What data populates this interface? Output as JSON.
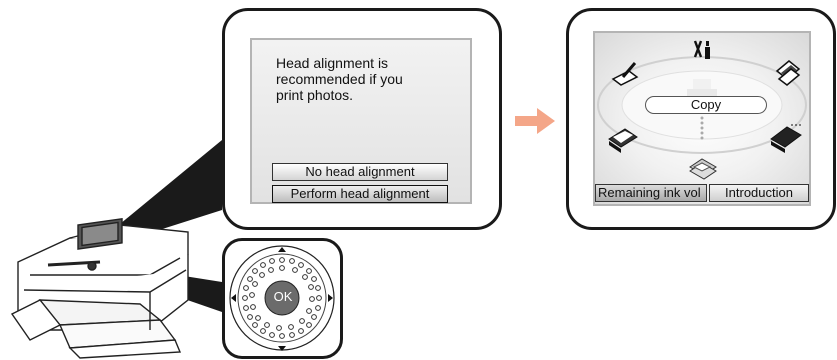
{
  "left_screen": {
    "message": "Head alignment is recommended if you print photos.",
    "message_lines": [
      "Head alignment is",
      "recommended if you",
      "print photos."
    ],
    "option_1": "No head alignment",
    "option_2": "Perform head alignment",
    "selected_option": "Perform head alignment"
  },
  "right_screen": {
    "center_label": "Copy",
    "soft_left": "Remaining ink vol",
    "soft_right": "Introduction",
    "icons": [
      "settings-icon",
      "scan-icon",
      "photo-icon",
      "fax-icon",
      "copy-icon",
      "memory-card-icon",
      "print-icon"
    ]
  },
  "keypad": {
    "ok_label": "OK"
  },
  "colors": {
    "frame": "#1a1a1a",
    "arrow": "#f4a688",
    "lcd_border": "#b4b4b4"
  }
}
